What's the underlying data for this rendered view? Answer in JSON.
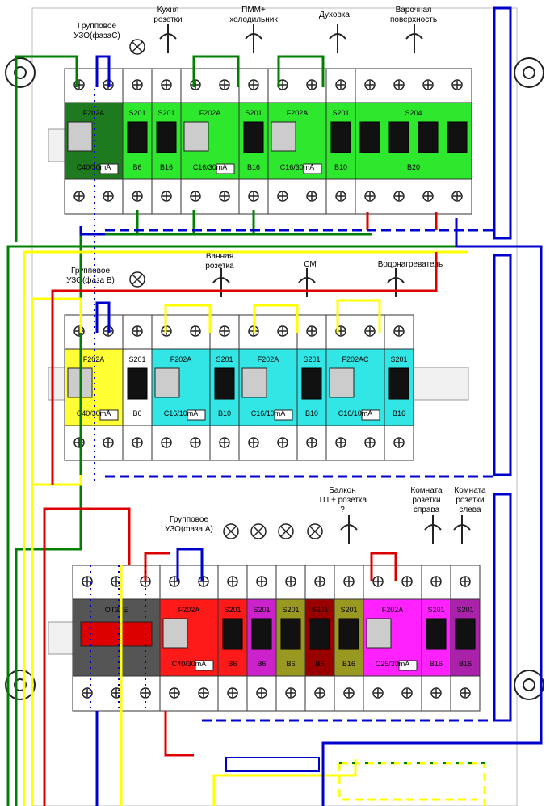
{
  "title": "",
  "rows": [
    {
      "id": "top",
      "group_label": [
        "Групповое",
        "УЗО(фазаС)"
      ],
      "modules": [
        {
          "type": "rcd",
          "model": "F202A",
          "rating": "C40/30mA",
          "color": "#1e7a1e"
        },
        {
          "type": "mcb",
          "model": "S201",
          "rating": "B6",
          "color": "#2ee82e"
        },
        {
          "type": "mcb",
          "model": "S201",
          "rating": "B16",
          "color": "#2ee82e"
        },
        {
          "type": "rcd",
          "model": "F202A",
          "rating": "C16/30mA",
          "color": "#2ee82e"
        },
        {
          "type": "mcb",
          "model": "S201",
          "rating": "B16",
          "color": "#2ee82e"
        },
        {
          "type": "rcd",
          "model": "F202A",
          "rating": "C16/30mA",
          "color": "#2ee82e"
        },
        {
          "type": "mcb",
          "model": "S201",
          "rating": "B10",
          "color": "#2ee82e"
        },
        {
          "type": "mcb4",
          "model": "S204",
          "rating": "B20",
          "color": "#2ee82e"
        }
      ],
      "loads": [
        "Кухня",
        "розетки",
        "ПММ+",
        "холодильник",
        "Духовка",
        "Варочная",
        "поверхность"
      ]
    },
    {
      "id": "middle",
      "group_label": [
        "Групповое",
        "УЗО(фаза В)"
      ],
      "modules": [
        {
          "type": "rcd",
          "model": "F202A",
          "rating": "C40/30mA",
          "color": "#ffff33"
        },
        {
          "type": "mcb",
          "model": "S201",
          "rating": "B6",
          "color": "#ffffff"
        },
        {
          "type": "rcd",
          "model": "F202A",
          "rating": "C16/10mA",
          "color": "#33e6e6"
        },
        {
          "type": "mcb",
          "model": "S201",
          "rating": "B10",
          "color": "#33e6e6"
        },
        {
          "type": "rcd",
          "model": "F202A",
          "rating": "C16/10mA",
          "color": "#33e6e6"
        },
        {
          "type": "mcb",
          "model": "S201",
          "rating": "B10",
          "color": "#33e6e6"
        },
        {
          "type": "rcd",
          "model": "F202AC",
          "rating": "C16/10mA",
          "color": "#33e6e6"
        },
        {
          "type": "mcb",
          "model": "S201",
          "rating": "B16",
          "color": "#33e6e6"
        }
      ],
      "loads": [
        "Ванная",
        "розетка",
        "СМ",
        "Водонагреватель"
      ]
    },
    {
      "id": "bottom",
      "group_label": [
        "Групповое",
        "УЗО(фаза А)"
      ],
      "modules": [
        {
          "type": "switch",
          "model": "OT32E",
          "rating": "",
          "color": "#555555"
        },
        {
          "type": "rcd",
          "model": "F202A",
          "rating": "C40/30mA",
          "color": "#ff1a1a"
        },
        {
          "type": "mcb",
          "model": "S201",
          "rating": "B6",
          "color": "#ff1a1a"
        },
        {
          "type": "mcb",
          "model": "S201",
          "rating": "B6",
          "color": "#cc22cc"
        },
        {
          "type": "mcb",
          "model": "S201",
          "rating": "B6",
          "color": "#999922"
        },
        {
          "type": "mcb",
          "model": "S201",
          "rating": "B6",
          "color": "#990000"
        },
        {
          "type": "mcb",
          "model": "S201",
          "rating": "B16",
          "color": "#999922"
        },
        {
          "type": "rcd",
          "model": "F202A",
          "rating": "C25/30mA",
          "color": "#ff22ff"
        },
        {
          "type": "mcb",
          "model": "S201",
          "rating": "B16",
          "color": "#ff22ff"
        },
        {
          "type": "mcb",
          "model": "S201",
          "rating": "B16",
          "color": "#aa22aa"
        }
      ],
      "loads": [
        "Балкон",
        "ТП + розетка",
        "?",
        "Комната",
        "розетки",
        "справа",
        "Комната",
        "розетки",
        "слева"
      ]
    }
  ],
  "colors": {
    "phase_c": "#008000",
    "phase_b": "#ffff00",
    "phase_a": "#dd0000",
    "neutral": "#0000cc",
    "ground_dash": "#ffff00"
  }
}
